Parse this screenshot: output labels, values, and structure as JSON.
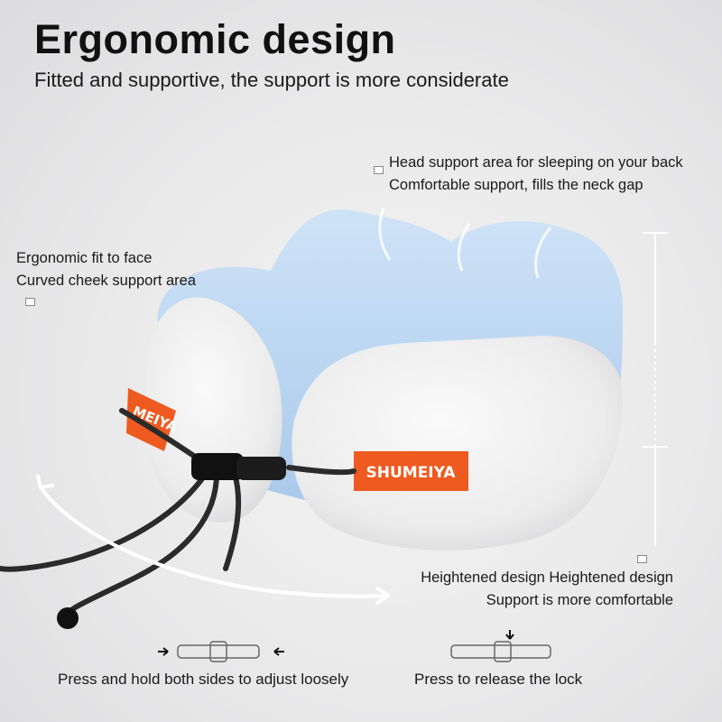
{
  "header": {
    "title": "Ergonomic design",
    "subtitle": "Fitted and supportive, the support is more considerate"
  },
  "annotations": {
    "head_support": {
      "line1": "Head support area for sleeping on your back",
      "line2": "Comfortable support, fills the neck gap"
    },
    "face_fit": {
      "line1": "Ergonomic fit to face",
      "line2": "Curved cheek support area"
    },
    "height": {
      "line1": "Heightened design Heightened design",
      "line2": "Support is more comfortable"
    }
  },
  "product": {
    "brand_tag_left": "MEIYA",
    "brand_tag_right": "SHUMEIYA",
    "colors": {
      "inner": "#b9d6f2",
      "outer": "#eeeeef",
      "tag": "#ee5a1f",
      "cord": "#2b2b2b"
    }
  },
  "instructions": {
    "adjust": "Press and hold both sides to adjust loosely",
    "release": "Press to release the lock"
  }
}
